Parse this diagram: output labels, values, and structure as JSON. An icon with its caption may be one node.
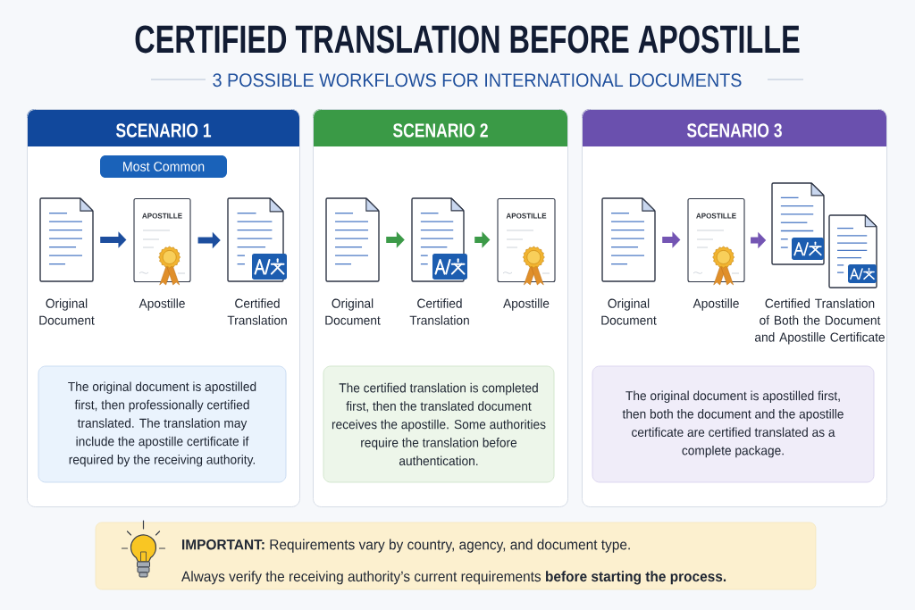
{
  "diagram": {
    "title": "CERTIFIED TRANSLATION BEFORE APOSTILLE",
    "nodes": [
      {
        "text": [
          "SCENARIO 1"
        ]
      },
      {
        "text": [
          "Most Common"
        ],
        "in": 0
      },
      {
        "text": [],
        "shape": "picture",
        "beside": [
          "Original Document"
        ],
        "in": 0
      },
      {
        "text": [
          "APOSTILLE"
        ],
        "beside": [
          "Apostille"
        ],
        "in": 0
      },
      {
        "text": [],
        "shape": "picture",
        "beside": [
          "Certified Translation"
        ],
        "in": 0
      },
      {
        "text": [
          "The original document is apostilled first, then professionally certified translated. The translation may include the apostille certificate if required by the receiving authority."
        ],
        "in": 0
      },
      {
        "text": [
          "SCENARIO 2"
        ]
      },
      {
        "text": [],
        "shape": "picture",
        "beside": [
          "Original Document"
        ],
        "in": 6
      },
      {
        "text": [],
        "shape": "picture",
        "beside": [
          "Certified Translation"
        ],
        "in": 6
      },
      {
        "text": [
          "APOSTILLE"
        ],
        "beside": [
          "Apostille"
        ],
        "in": 6
      },
      {
        "text": [
          "The certified translation is completed first, then the translated document receives the apostille. Some authorities require the translation before authentication."
        ],
        "in": 6
      },
      {
        "text": [
          "SCENARIO 3"
        ]
      },
      {
        "text": [],
        "shape": "picture",
        "beside": [
          "Original Document"
        ],
        "in": 11
      },
      {
        "text": [
          "APOSTILLE"
        ],
        "beside": [
          "Apostille"
        ],
        "in": 11
      },
      {
        "text": [],
        "shape": "picture",
        "beside": [
          "Certified Translation of Both the Document and Apostille Certificate"
        ],
        "in": 11
      },
      {
        "text": [
          "The original document is apostilled first, then both the document and the apostille certificate are certified translated as a complete package."
        ],
        "in": 11
      },
      {
        "text": [
          "**IMPORTANT:** Requirements vary by country, agency, and document type.",
          "Always verify the receiving authority’s current requirements **before starting the process.**"
        ]
      }
    ],
    "edges": [
      {
        "from": 2,
        "to": 3,
        "arrow": "to",
        "color": "#1d4e9e"
      },
      {
        "from": 3,
        "to": 4,
        "arrow": "to",
        "color": "#1d4e9e"
      },
      {
        "from": 7,
        "to": 8,
        "arrow": "to",
        "color": "#3c9a48"
      },
      {
        "from": 8,
        "to": 9,
        "arrow": "to",
        "color": "#3c9a48"
      },
      {
        "from": 12,
        "to": 13,
        "arrow": "to",
        "color": "#7455b3"
      },
      {
        "from": 13,
        "to": 14,
        "arrow": "to",
        "color": "#7455b3"
      }
    ],
    "labels": [
      "3 POSSIBLE WORKFLOWS FOR INTERNATIONAL DOCUMENTS"
    ]
  }
}
